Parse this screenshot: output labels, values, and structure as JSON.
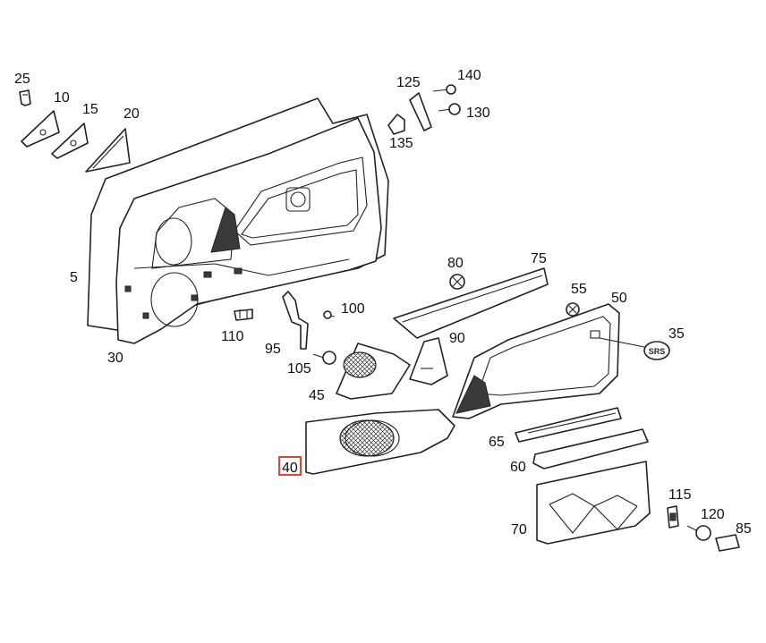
{
  "colors": {
    "background": "#ffffff",
    "line": "#222222",
    "highlight": "#e0301e"
  },
  "diagram": {
    "highlighted_callout": "40",
    "callouts": {
      "c25": "25",
      "c10": "10",
      "c15": "15",
      "c20": "20",
      "c125": "125",
      "c140": "140",
      "c130": "130",
      "c135": "135",
      "c5": "5",
      "c30": "30",
      "c110": "110",
      "c95": "95",
      "c100": "100",
      "c105": "105",
      "c80": "80",
      "c75": "75",
      "c90": "90",
      "c45": "45",
      "c55": "55",
      "c50": "50",
      "c35": "35",
      "c65": "65",
      "c40": "40",
      "c60": "60",
      "c115": "115",
      "c120": "120",
      "c70": "70",
      "c85": "85"
    },
    "srs_label": "SRS"
  }
}
